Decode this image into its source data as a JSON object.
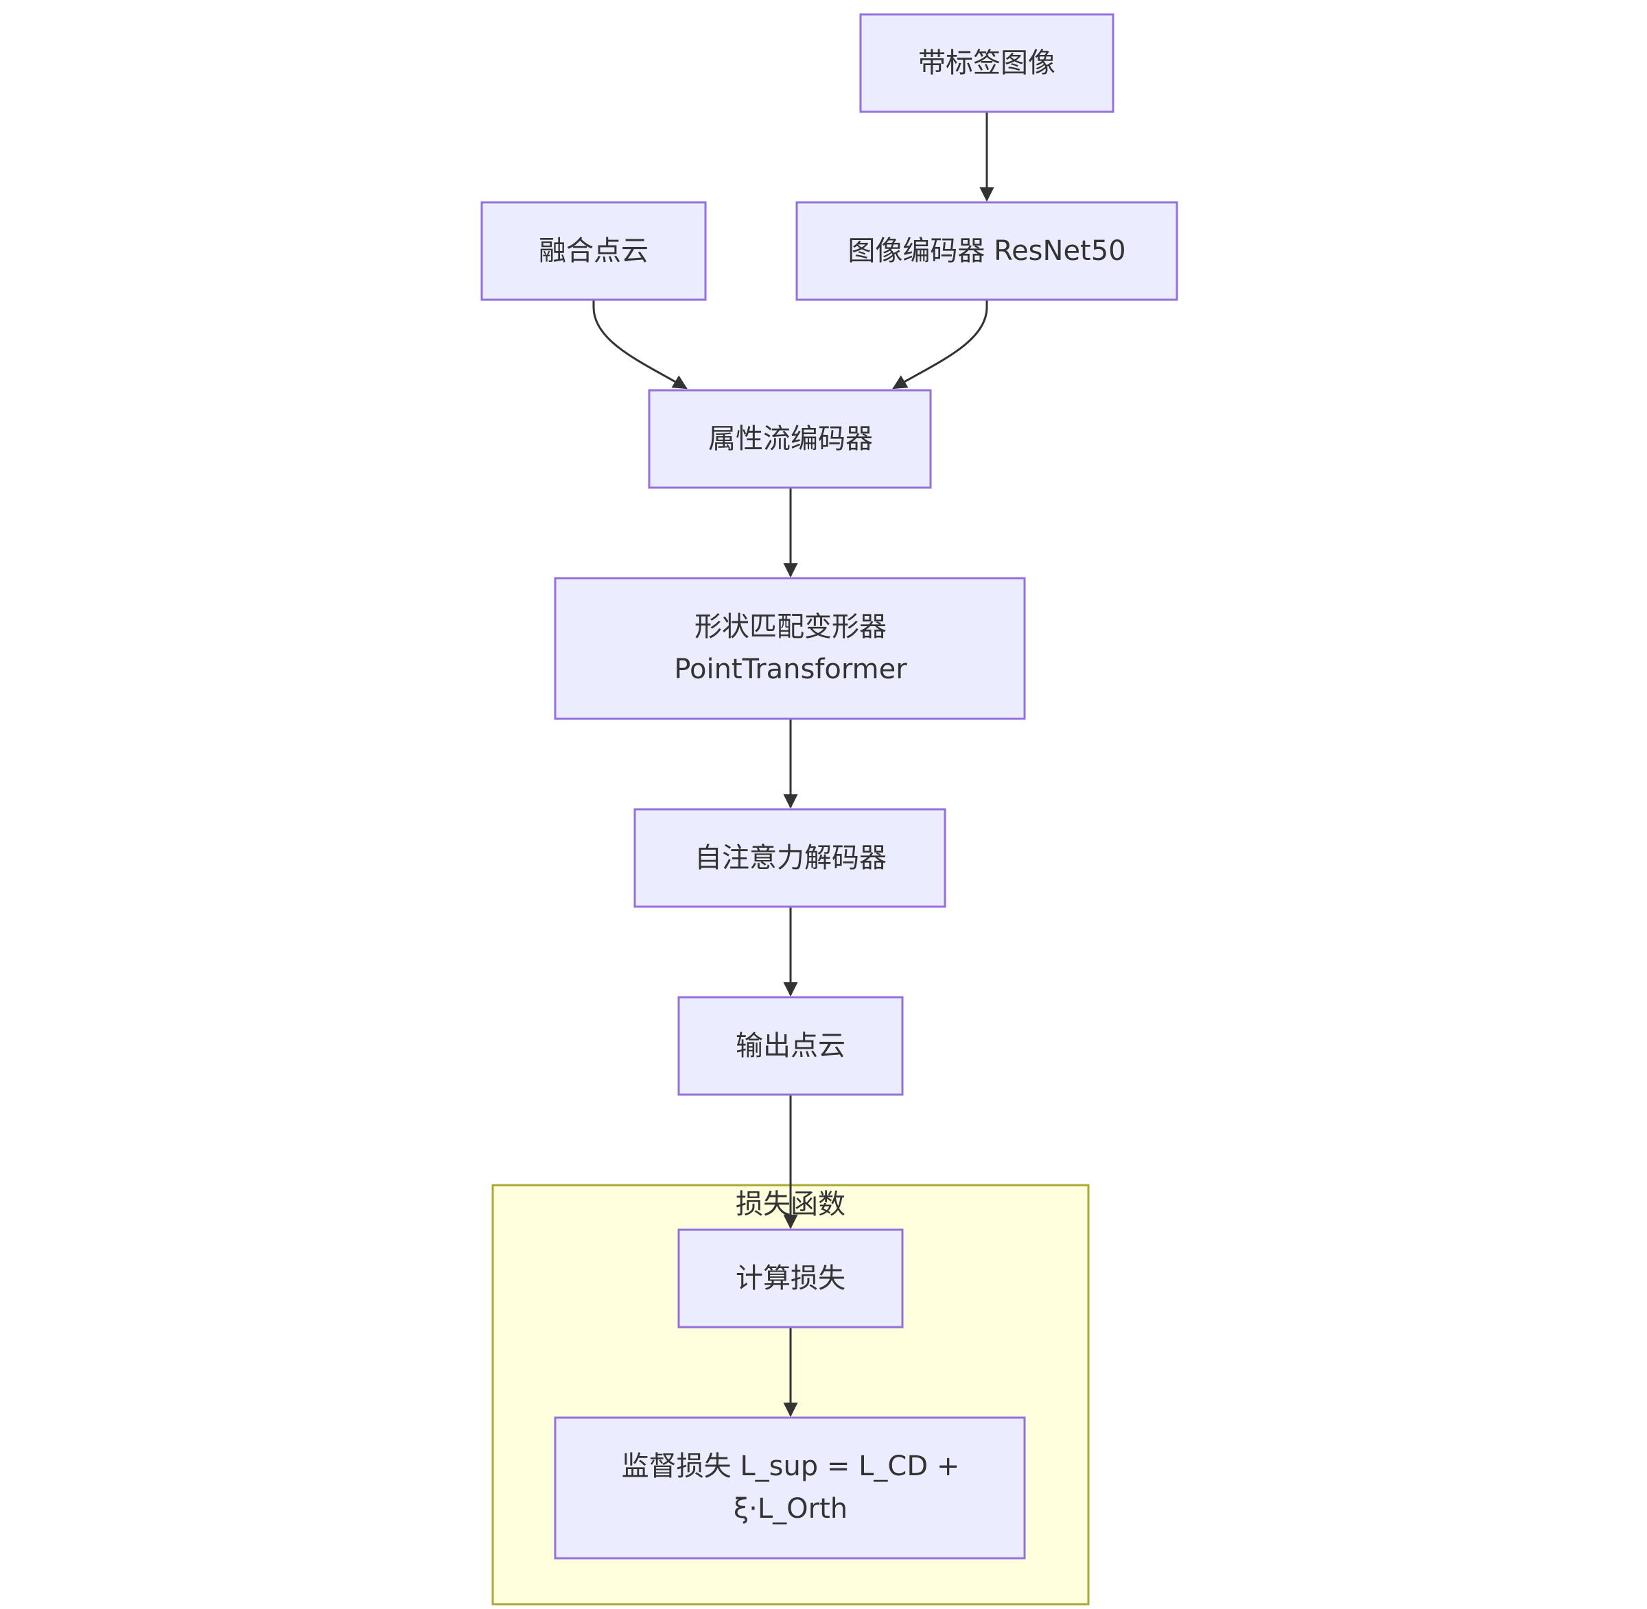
{
  "diagram": {
    "colors": {
      "node_fill": "#ECECFF",
      "node_stroke": "#9370DB",
      "cluster_fill": "#FFFFDE",
      "cluster_stroke": "#AAAA33",
      "edge": "#333333",
      "text": "#333333"
    },
    "cluster": {
      "label": "损失函数"
    },
    "nodes": {
      "labeled_image": "带标签图像",
      "fused_cloud": "融合点云",
      "image_encoder": "图像编码器 ResNet50",
      "attr_encoder": "属性流编码器",
      "shape_transformer_line1": "形状匹配变形器",
      "shape_transformer_line2": "PointTransformer",
      "decoder": "自注意力解码器",
      "output_cloud": "输出点云",
      "compute_loss": "计算损失",
      "sup_loss_line1": "监督损失 L_sup = L_CD +",
      "sup_loss_line2": "ξ·L_Orth"
    },
    "edges": [
      [
        "labeled_image",
        "image_encoder"
      ],
      [
        "fused_cloud",
        "attr_encoder"
      ],
      [
        "image_encoder",
        "attr_encoder"
      ],
      [
        "attr_encoder",
        "shape_transformer"
      ],
      [
        "shape_transformer",
        "decoder"
      ],
      [
        "decoder",
        "output_cloud"
      ],
      [
        "output_cloud",
        "compute_loss"
      ],
      [
        "compute_loss",
        "sup_loss"
      ]
    ]
  }
}
